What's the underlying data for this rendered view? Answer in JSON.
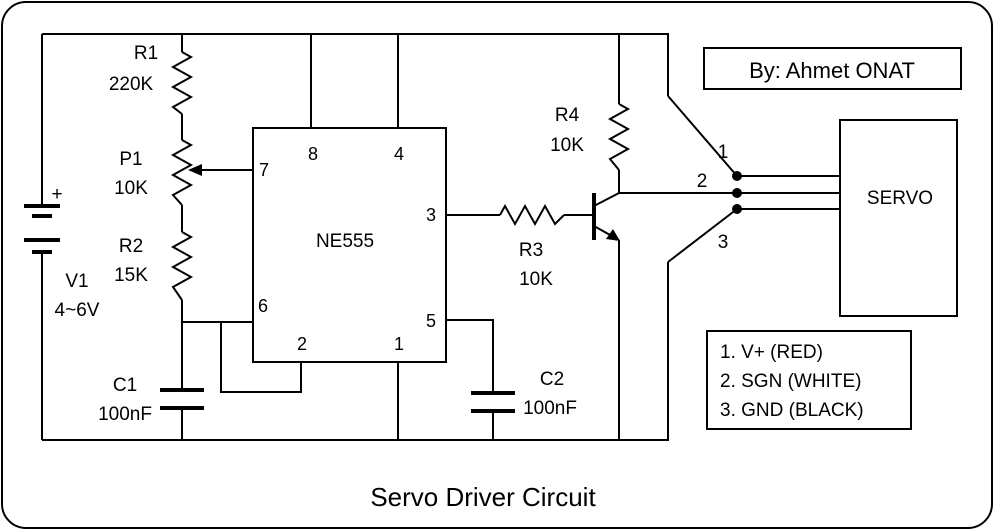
{
  "title": "Servo Driver Circuit",
  "author": "By: Ahmet ONAT",
  "ic": {
    "name": "NE555",
    "pins": {
      "p8": "8",
      "p4": "4",
      "p7": "7",
      "p3": "3",
      "p6": "6",
      "p2": "2",
      "p1": "1",
      "p5": "5"
    }
  },
  "components": {
    "r1": {
      "name": "R1",
      "value": "220K"
    },
    "p1": {
      "name": "P1",
      "value": "10K"
    },
    "r2": {
      "name": "R2",
      "value": "15K"
    },
    "r3": {
      "name": "R3",
      "value": "10K"
    },
    "r4": {
      "name": "R4",
      "value": "10K"
    },
    "c1": {
      "name": "C1",
      "value": "100nF"
    },
    "c2": {
      "name": "C2",
      "value": "100nF"
    },
    "v1": {
      "name": "V1",
      "value": "4~6V",
      "polarity": "+"
    }
  },
  "servo": {
    "label": "SERVO",
    "wires": [
      "1",
      "2",
      "3"
    ]
  },
  "legend": [
    "1. V+ (RED)",
    "2. SGN (WHITE)",
    "3. GND (BLACK)"
  ]
}
